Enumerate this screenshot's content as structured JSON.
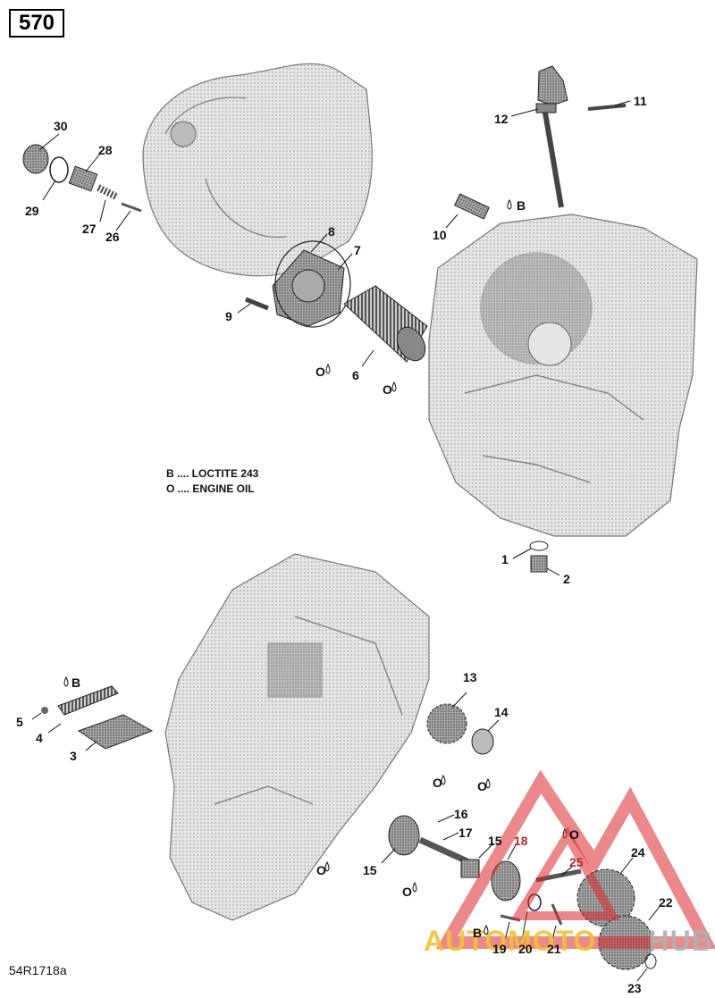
{
  "diagram": {
    "page_number": "570",
    "reference_code": "54R1718a",
    "legend": [
      {
        "symbol": "B",
        "text": "B .... LOCTITE 243"
      },
      {
        "symbol": "O",
        "text": "O .... ENGINE OIL"
      }
    ],
    "callouts": {
      "n1": "1",
      "n2": "2",
      "n3": "3",
      "n4": "4",
      "n5": "5",
      "n6": "6",
      "n7": "7",
      "n8": "8",
      "n9": "9",
      "n10": "10",
      "n11": "11",
      "n12": "12",
      "n13": "13",
      "n14": "14",
      "n15a": "15",
      "n15b": "15",
      "n16": "16",
      "n17": "17",
      "n18": "18",
      "n19": "19",
      "n20": "20",
      "n21": "21",
      "n22": "22",
      "n23": "23",
      "n24": "24",
      "n25": "25",
      "n26": "26",
      "n27": "27",
      "n28": "28",
      "n29": "29",
      "n30": "30"
    },
    "symbols": {
      "b_loctite": "B",
      "o_oil": "O"
    }
  },
  "watermark": {
    "brand_left": "AUTOMOTO",
    "brand_right": "HUB",
    "colors": {
      "triangle": "#d9262b",
      "text_left": "#f3c23a",
      "text_right": "#b0b0b0"
    }
  },
  "colors": {
    "line": "#222222",
    "part_fill": "#d9d9d9",
    "part_dark": "#8a8a8a",
    "highlight_red": "#b3262b"
  }
}
